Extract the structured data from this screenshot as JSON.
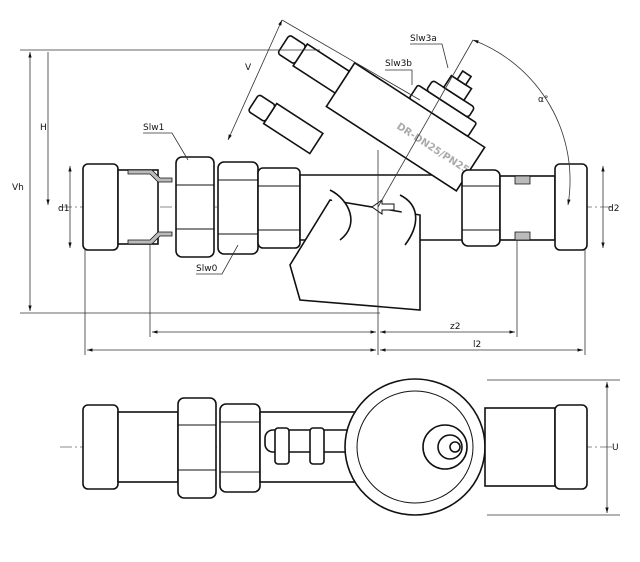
{
  "labels": {
    "slw3a": "Slw3a",
    "slw3b": "Slw3b",
    "slw1": "Slw1",
    "slw0": "Slw0",
    "h": "H",
    "vh": "Vh",
    "d1": "d1",
    "d2": "d2",
    "v": "V",
    "alpha": "α°",
    "z2": "z2",
    "l2": "l2",
    "u": "U"
  },
  "body_marking": "DR-DN25/PN25"
}
